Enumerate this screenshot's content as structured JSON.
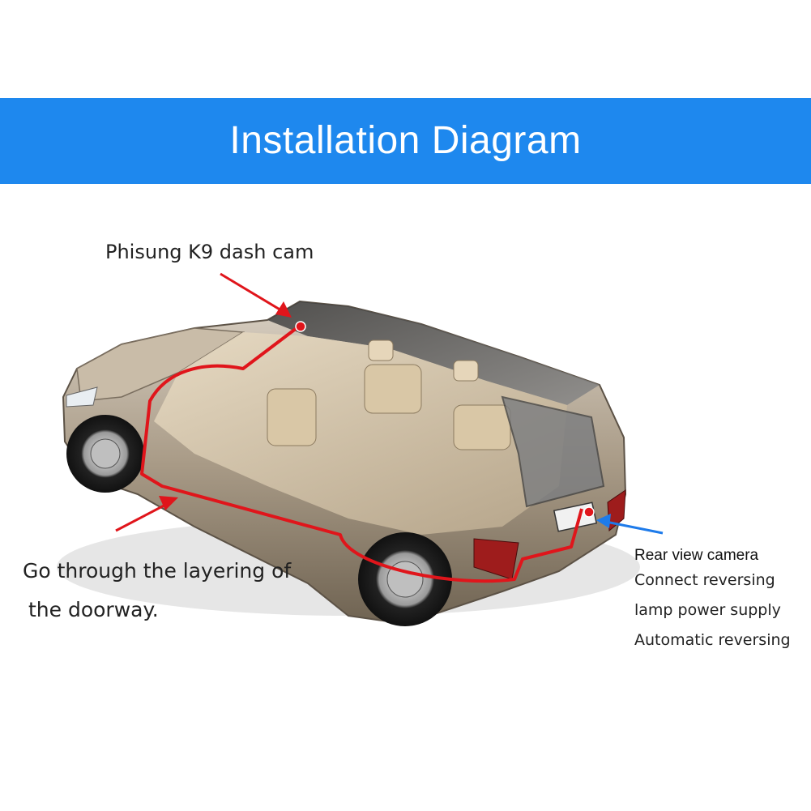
{
  "banner": {
    "title": "Installation Diagram",
    "color": "#1e88ee"
  },
  "labels": {
    "dash_cam": "Phisung K9 dash cam",
    "doorway_line1": "Go through the layering of",
    "doorway_line2": "the doorway.",
    "rear_title": "Rear view camera",
    "rear_line1": "Connect  reversing",
    "rear_line2": "lamp power supply",
    "rear_line3": "Automatic reversing"
  },
  "colors": {
    "wire": "#e0151b",
    "red_arrow": "#e0151b",
    "blue_arrow": "#1e7bea",
    "car_body": "#a89a86"
  },
  "icons": {
    "dash_cam_marker": "red-dot",
    "rear_camera_marker": "red-dot"
  }
}
